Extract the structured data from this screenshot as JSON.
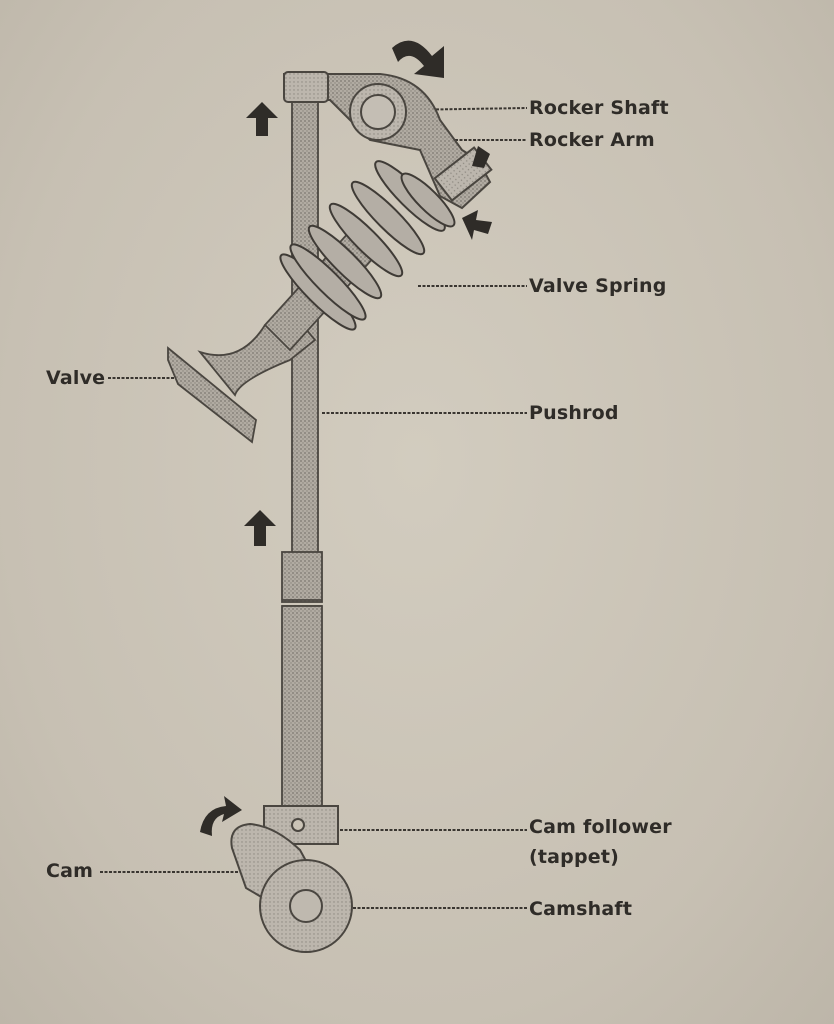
{
  "labels": {
    "rocker_shaft": "Rocker Shaft",
    "rocker_arm": "Rocker Arm",
    "valve_spring": "Valve Spring",
    "valve": "Valve",
    "pushrod": "Pushrod",
    "cam_follower_line1": "Cam follower",
    "cam_follower_line2": "(tappet)",
    "cam": "Cam",
    "camshaft": "Camshaft"
  },
  "colors": {
    "background": "#cbc4b7",
    "part_fill": "#a7a199",
    "part_outline": "#4a4640",
    "arrow_fill": "#2f2c28"
  },
  "icons": [
    "rotation-arrow-icon",
    "up-arrow-icon",
    "down-right-arrow-icon",
    "cam-rotation-arrow-icon"
  ]
}
